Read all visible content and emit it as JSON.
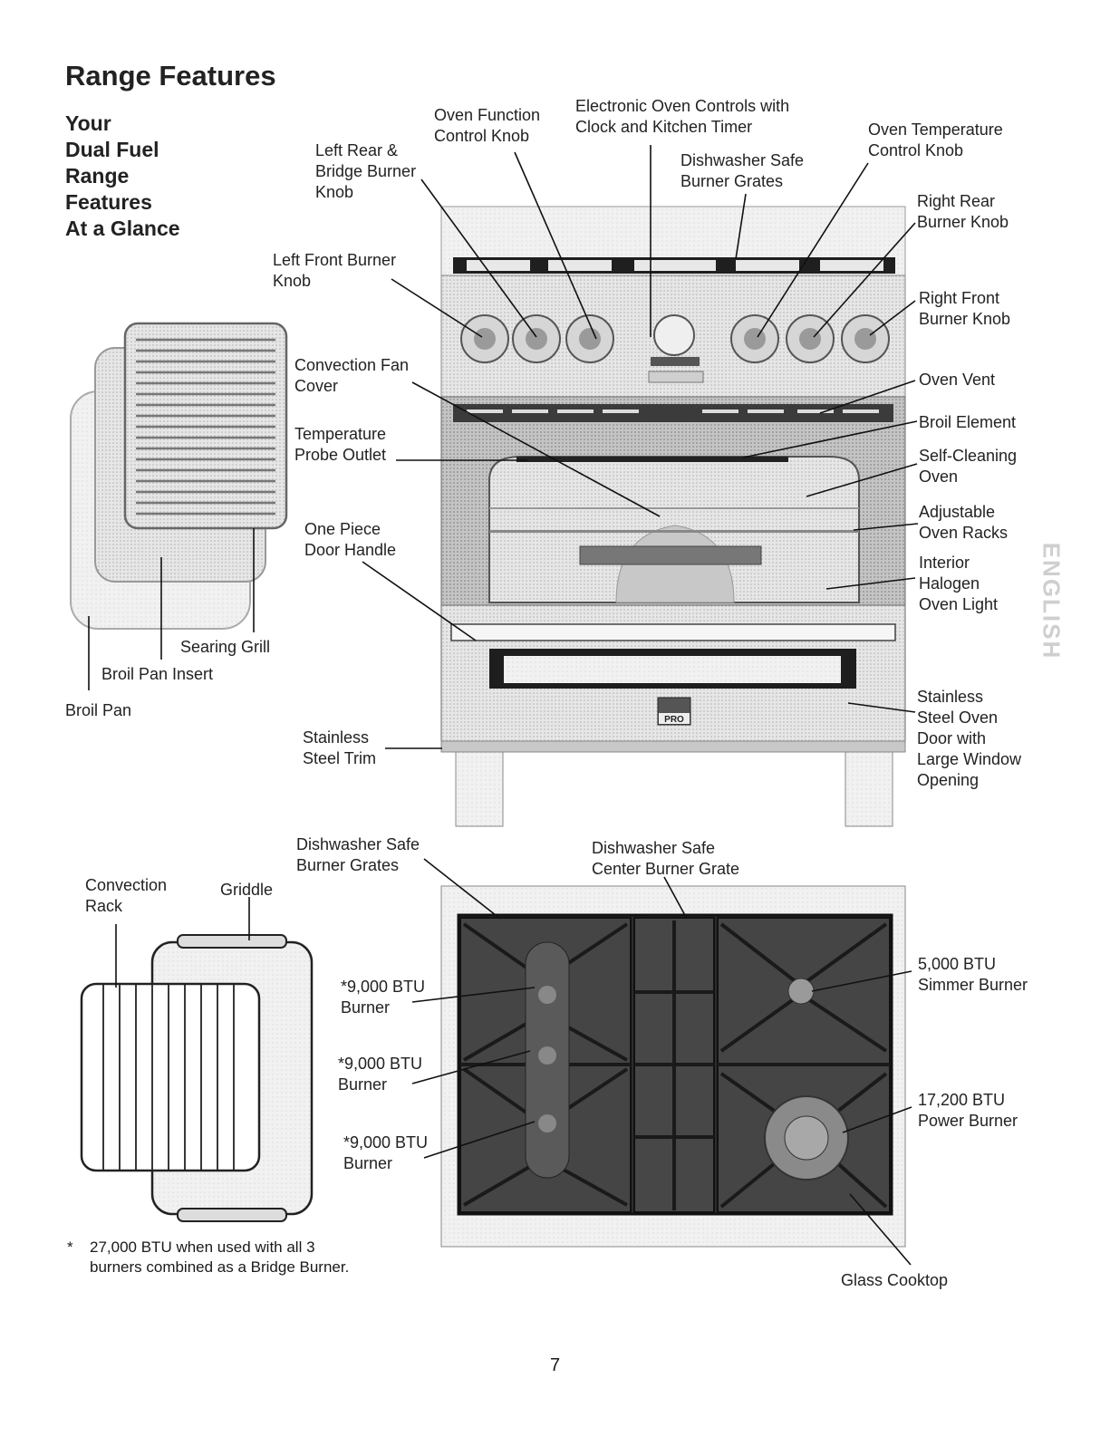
{
  "title": "Range Features",
  "subtitle": [
    "Your",
    "Dual Fuel",
    "Range",
    "Features",
    "At a Glance"
  ],
  "range_labels": {
    "oven_function_knob": [
      "Oven Function",
      "Control Knob"
    ],
    "electronic_controls": [
      "Electronic Oven Controls with",
      "Clock and Kitchen Timer"
    ],
    "oven_temperature_knob": [
      "Oven Temperature",
      "Control Knob"
    ],
    "left_rear_bridge_knob": [
      "Left Rear &",
      "Bridge Burner",
      "Knob"
    ],
    "dishwasher_grates_top": [
      "Dishwasher Safe",
      "Burner Grates"
    ],
    "right_rear_knob": [
      "Right Rear",
      "Burner Knob"
    ],
    "left_front_knob": [
      "Left Front Burner",
      "Knob"
    ],
    "right_front_knob": [
      "Right Front",
      "Burner Knob"
    ],
    "convection_fan_cover": [
      "Convection Fan",
      "Cover"
    ],
    "oven_vent": [
      "Oven Vent"
    ],
    "temperature_probe_outlet": [
      "Temperature",
      "Probe Outlet"
    ],
    "broil_element": [
      "Broil Element"
    ],
    "self_cleaning_oven": [
      "Self-Cleaning",
      "Oven"
    ],
    "adjustable_racks": [
      "Adjustable",
      "Oven Racks"
    ],
    "one_piece_handle": [
      "One Piece",
      "Door Handle"
    ],
    "halogen_light": [
      "Interior",
      "Halogen",
      "Oven Light"
    ],
    "stainless_door": [
      "Stainless",
      "Steel Oven",
      "Door with",
      "Large Window",
      "Opening"
    ],
    "stainless_trim": [
      "Stainless",
      "Steel Trim"
    ]
  },
  "accessory_labels": {
    "searing_grill": "Searing Grill",
    "broil_pan_insert": "Broil Pan Insert",
    "broil_pan": "Broil Pan",
    "convection_rack": [
      "Convection",
      "Rack"
    ],
    "griddle": "Griddle"
  },
  "cooktop_labels": {
    "dishwasher_grates": [
      "Dishwasher Safe",
      "Burner Grates"
    ],
    "center_grate": [
      "Dishwasher Safe",
      "Center Burner Grate"
    ],
    "burner_1": [
      "*9,000 BTU",
      "Burner"
    ],
    "burner_2": [
      "*9,000 BTU",
      "Burner"
    ],
    "burner_3": [
      "*9,000 BTU",
      "Burner"
    ],
    "simmer_burner": [
      "5,000 BTU",
      "Simmer Burner"
    ],
    "power_burner": [
      "17,200 BTU",
      "Power Burner"
    ],
    "glass_cooktop": [
      "Glass Cooktop"
    ]
  },
  "badge_text": "PRO",
  "footnote_star": "*",
  "footnote": [
    "27,000 BTU when used with all 3",
    "burners combined as a Bridge Burner."
  ],
  "side_tab": "ENGLISH",
  "page_number": "7",
  "colors": {
    "stainless": "#d8d8d8",
    "grate": "#3a3a3a",
    "line": "#111111"
  }
}
